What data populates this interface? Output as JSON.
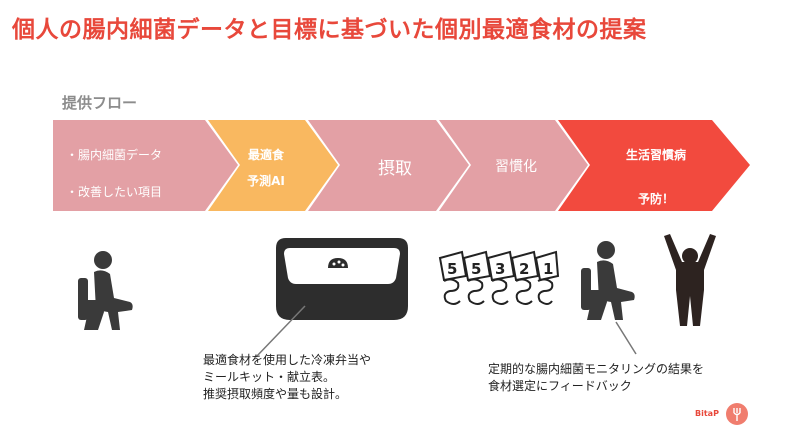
{
  "title": "個人の腸内細菌データと目標に基づいた個別最適食材の提案",
  "flow_label": "提供フロー",
  "steps": [
    {
      "bullets": [
        "・腸内細菌データ",
        "・改善したい項目"
      ],
      "color": "#e3a0a5"
    },
    {
      "line1": "最適食",
      "line2": "予測AI",
      "color": "#f9b860"
    },
    {
      "label": "摂取",
      "color": "#e3a0a5"
    },
    {
      "label": "習慣化",
      "color": "#e3a0a5"
    },
    {
      "line1": "生活習慣病",
      "line2": "予防！",
      "color": "#f24a3e"
    }
  ],
  "caption_left": [
    "最適食材を使用した冷凍弁当や",
    "ミールキット・献立表。",
    "推奨摂取頻度や量も設計。"
  ],
  "caption_right": [
    "定期的な腸内細菌モニタリングの結果を",
    "食材選定にフィードバック"
  ],
  "calendar_digits": [
    "5",
    "5",
    "3",
    "2",
    "1"
  ],
  "logo": "BitaP",
  "icons": [
    "toilet-person-icon",
    "bento-box-icon",
    "calendar-pages-icon",
    "intestine-icon",
    "toilet-person-icon",
    "cheering-person-icon",
    "fork-icon"
  ]
}
